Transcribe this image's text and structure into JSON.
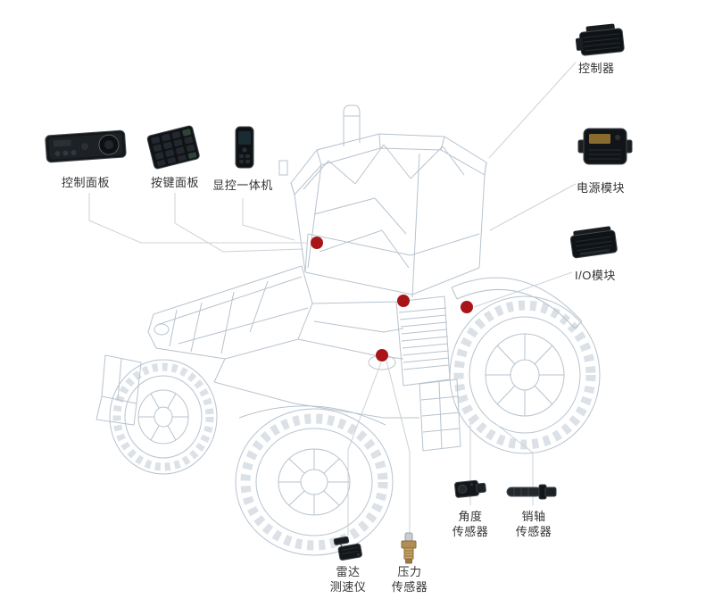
{
  "page": {
    "background": "#ffffff"
  },
  "colors": {
    "marker": "#a81418"
  },
  "labels": {
    "control_panel": "控制面板",
    "keypad_panel": "按键面板",
    "display_unit": "显控一体机",
    "controller": "控制器",
    "power_module": "电源模块",
    "io_module": "I/O模块",
    "angle_sensor": [
      "角度",
      "传感器"
    ],
    "pin_sensor": [
      "销轴",
      "传感器"
    ],
    "radar_speedometer": [
      "雷达",
      "测速仪"
    ],
    "pressure_sensor": [
      "压力",
      "传感器"
    ]
  }
}
